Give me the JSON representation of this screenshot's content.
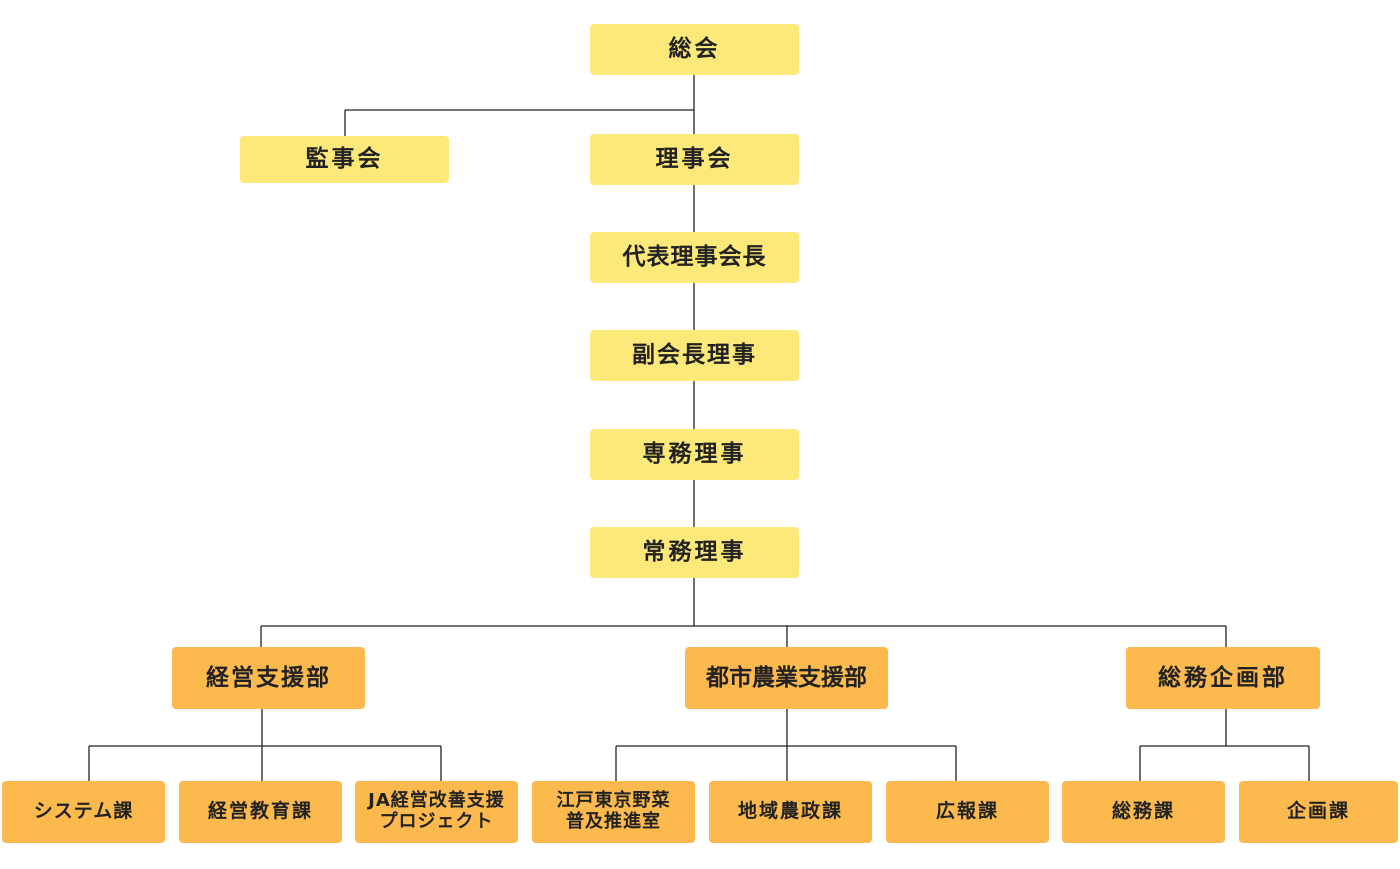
{
  "org_chart": {
    "general_meeting": "総会",
    "auditors": "監事会",
    "board": "理事会",
    "president": "代表理事会長",
    "vice_president": "副会長理事",
    "senior_managing": "専務理事",
    "managing": "常務理事",
    "departments": [
      {
        "name": "経営支援部",
        "sections": [
          "システム課",
          "経営教育課",
          "JA経営改善支援プロジェクト"
        ]
      },
      {
        "name": "都市農業支援部",
        "sections": [
          "江戸東京野菜普及推進室",
          "地域農政課",
          "広報課"
        ]
      },
      {
        "name": "総務企画部",
        "sections": [
          "総務課",
          "企画課"
        ]
      }
    ]
  },
  "colors": {
    "executive_box": "#fde87a",
    "department_box": "#fbb94e",
    "connector": "#222222"
  }
}
